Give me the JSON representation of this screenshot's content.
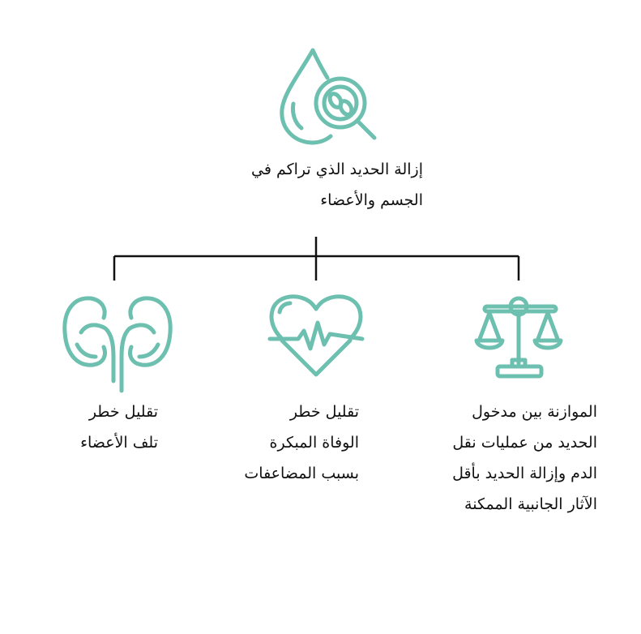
{
  "colors": {
    "accent": "#6dc0b0",
    "line": "#111111"
  },
  "root": {
    "icon": "iron-drop-magnifier-icon",
    "lines": [
      "إزالة الحديد الذي تراكم في",
      "الجسم والأعضاء"
    ]
  },
  "branches": [
    {
      "icon": "balance-scale-icon",
      "lines": [
        "الموازنة بين مدخول",
        "الحديد من عمليات نقل",
        "الدم وإزالة الحديد بأقل",
        "الآثار الجانبية الممكنة"
      ]
    },
    {
      "icon": "heart-pulse-icon",
      "lines": [
        "تقليل خطر",
        "الوفاة المبكرة",
        "بسبب المضاعفات"
      ]
    },
    {
      "icon": "kidneys-icon",
      "lines": [
        "تقليل خطر",
        "تلف الأعضاء"
      ]
    }
  ]
}
